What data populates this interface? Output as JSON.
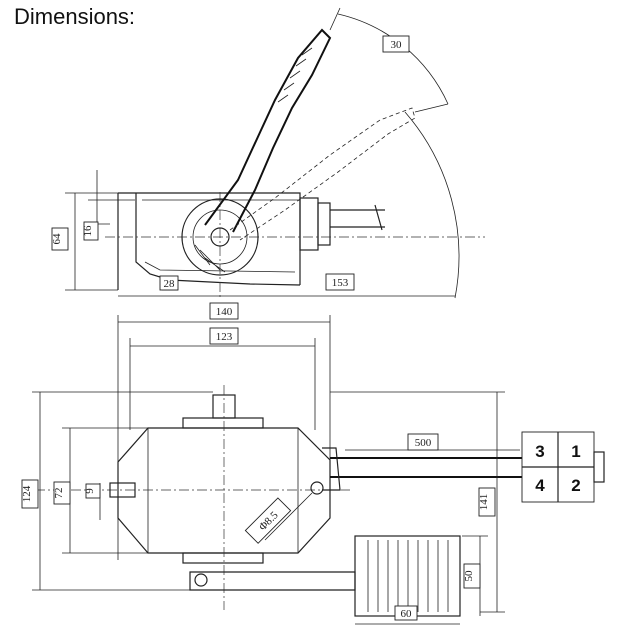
{
  "title": "Dimensions:",
  "dimensions": {
    "angle": "30",
    "top_height_1": "64",
    "top_height_2": "16",
    "top_depth": "28",
    "top_length": "153",
    "overall_width": "140",
    "body_width": "123",
    "cable_length": "500",
    "side_height_1": "124",
    "side_height_2": "72",
    "pin_size": "9",
    "hole_dia": "Φ8.5",
    "front_height": "141",
    "bracket_height": "50",
    "bracket_width": "60"
  },
  "connector_pins": {
    "top_left": "3",
    "top_right": "1",
    "bottom_left": "4",
    "bottom_right": "2"
  }
}
